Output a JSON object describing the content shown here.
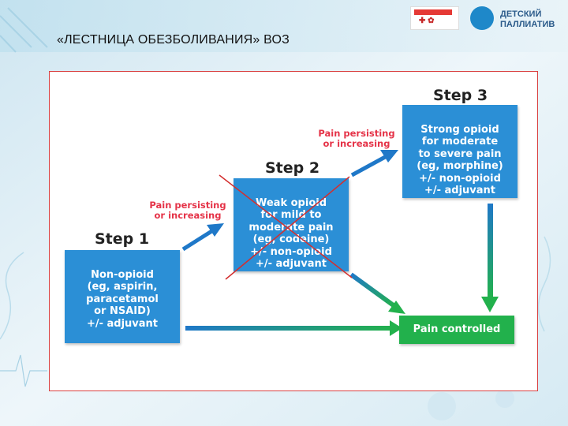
{
  "slide": {
    "title": "«ЛЕСТНИЦА ОБЕЗБОЛИВАНИЯ» ВОЗ",
    "logo_right_text": "ДЕТСКИЙ\nПАЛЛИАТИВ"
  },
  "ladder": {
    "step1": {
      "label": "Step 1",
      "text": "Non-opioid\n(eg, aspirin,\nparacetamol\nor NSAID)\n+/- adjuvant"
    },
    "step2": {
      "label": "Step 2",
      "text": "Weak opioid\nfor mild to\nmoderate pain\n(eg, codeine)\n+/- non-opioid\n+/- adjuvant"
    },
    "step3": {
      "label": "Step 3",
      "text": "Strong opioid\nfor moderate\nto severe pain\n(eg, morphine)\n+/- non-opioid\n+/- adjuvant"
    },
    "note1": "Pain persisting\nor increasing",
    "note2": "Pain persisting\nor increasing",
    "outcome": "Pain controlled"
  },
  "colors": {
    "box_blue": "#2b8fd6",
    "arrow_blue": "#1f78c8",
    "green": "#22b14c",
    "note_red": "#e53348",
    "cross_red": "#d32f2f"
  }
}
